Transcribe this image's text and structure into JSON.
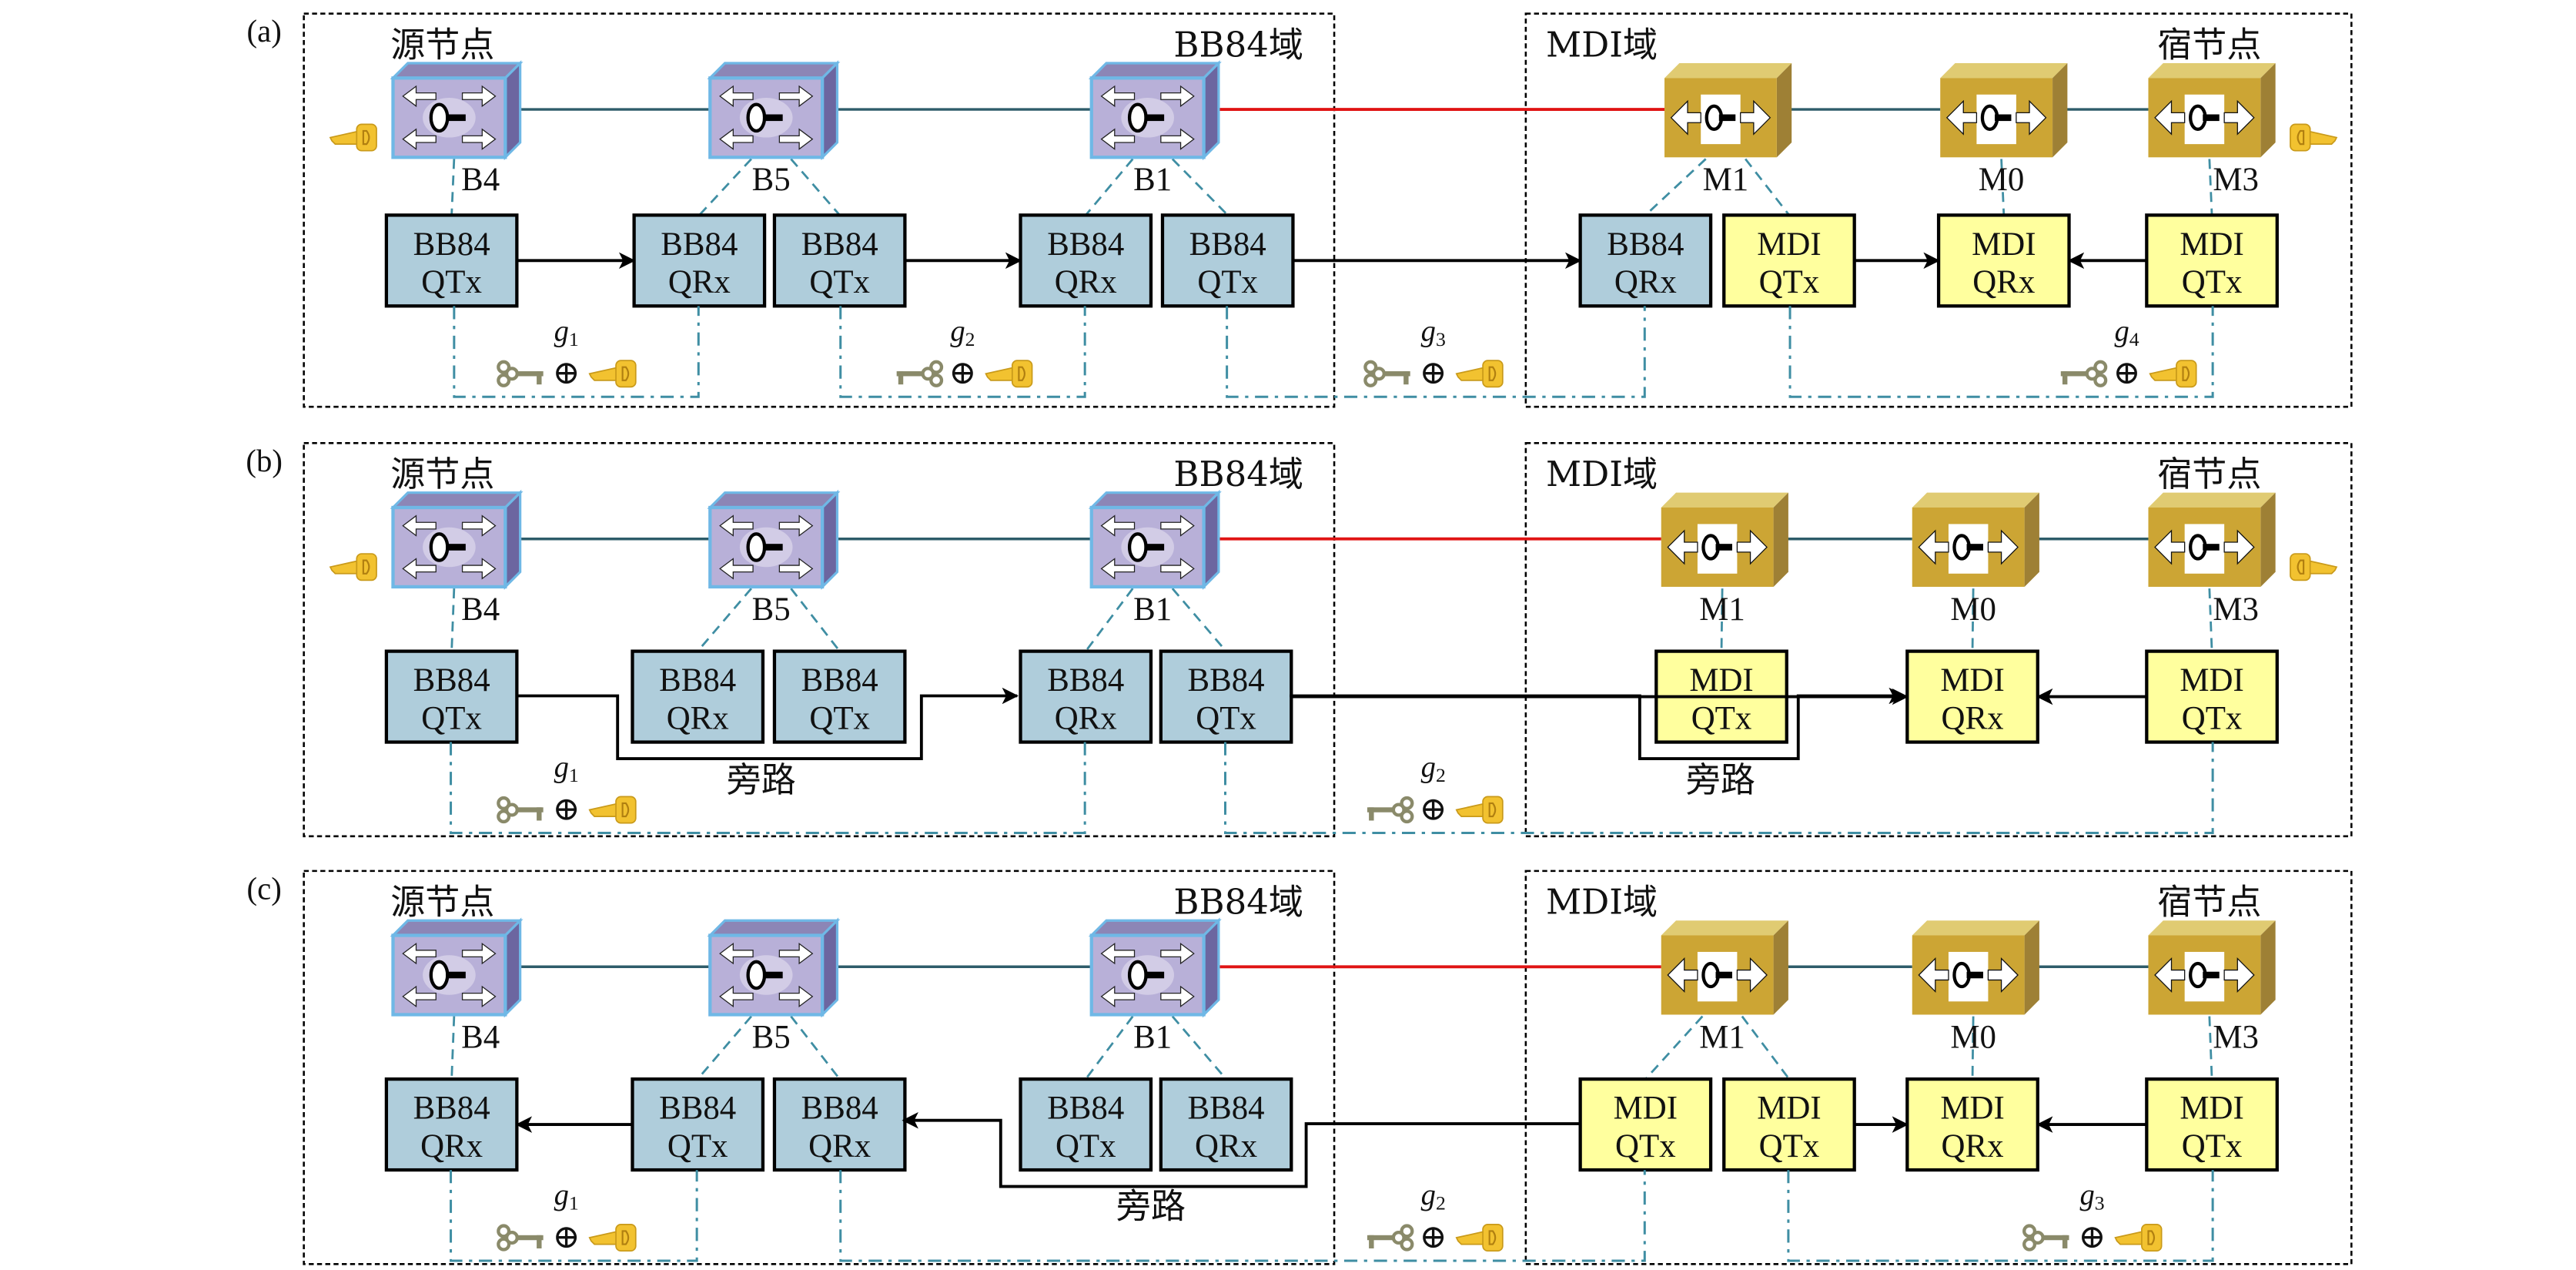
{
  "colors": {
    "bb84_box_fill": "#afcddb",
    "mdi_box_fill": "#ffff9e",
    "bb84_node_face": "#b8b0d8",
    "bb84_node_top": "#8c86b6",
    "bb84_node_side": "#6c66a0",
    "bb84_node_edge": "#6fb8e6",
    "mdi_node_face": "#cca534",
    "mdi_node_top": "#e0cb72",
    "mdi_node_side": "#9e8035",
    "fiber_link": "#2e5c6a",
    "cross_domain_link": "#e01414",
    "key_relay_line": "#3f8ea3",
    "quantum_arrow": "#000000",
    "gold_key": "#f2c230",
    "gray_key": "#8a8a6a"
  },
  "legend_terms": {
    "bb84_domain": "BB84域",
    "mdi_domain": "MDI域",
    "source_node": "源节点",
    "sink_node": "宿节点",
    "bypass": "旁路",
    "xor": "⊕"
  },
  "panels": [
    {
      "tag": "(a)",
      "bb84_domain_label": "BB84域",
      "mdi_domain_label": "MDI域",
      "source_label": "源节点",
      "sink_label": "宿节点",
      "nodes": [
        {
          "id": "B4",
          "label": "B4",
          "type": "bb84",
          "key_icon": "left"
        },
        {
          "id": "B5",
          "label": "B5",
          "type": "bb84"
        },
        {
          "id": "B1",
          "label": "B1",
          "type": "bb84"
        },
        {
          "id": "M1",
          "label": "M1",
          "type": "mdi"
        },
        {
          "id": "M0",
          "label": "M0",
          "type": "mdi"
        },
        {
          "id": "M3",
          "label": "M3",
          "type": "mdi",
          "key_icon": "right"
        }
      ],
      "boxes": [
        {
          "line1": "BB84",
          "line2": "QTx",
          "type": "bb84",
          "node": "B4"
        },
        {
          "line1": "BB84",
          "line2": "QRx",
          "type": "bb84",
          "node": "B5"
        },
        {
          "line1": "BB84",
          "line2": "QTx",
          "type": "bb84",
          "node": "B5"
        },
        {
          "line1": "BB84",
          "line2": "QRx",
          "type": "bb84",
          "node": "B1"
        },
        {
          "line1": "BB84",
          "line2": "QTx",
          "type": "bb84",
          "node": "B1"
        },
        {
          "line1": "BB84",
          "line2": "QRx",
          "type": "bb84",
          "node": "M1"
        },
        {
          "line1": "MDI",
          "line2": "QTx",
          "type": "mdi",
          "node": "M1"
        },
        {
          "line1": "MDI",
          "line2": "QRx",
          "type": "mdi",
          "node": "M0"
        },
        {
          "line1": "MDI",
          "line2": "QTx",
          "type": "mdi",
          "node": "M3"
        }
      ],
      "key_groups": [
        {
          "name": "g",
          "sub": "1"
        },
        {
          "name": "g",
          "sub": "2"
        },
        {
          "name": "g",
          "sub": "3"
        },
        {
          "name": "g",
          "sub": "4"
        }
      ],
      "bypass_label": null
    },
    {
      "tag": "(b)",
      "bb84_domain_label": "BB84域",
      "mdi_domain_label": "MDI域",
      "source_label": "源节点",
      "sink_label": "宿节点",
      "nodes": [
        {
          "id": "B4",
          "label": "B4",
          "type": "bb84",
          "key_icon": "left"
        },
        {
          "id": "B5",
          "label": "B5",
          "type": "bb84"
        },
        {
          "id": "B1",
          "label": "B1",
          "type": "bb84"
        },
        {
          "id": "M1",
          "label": "M1",
          "type": "mdi"
        },
        {
          "id": "M0",
          "label": "M0",
          "type": "mdi"
        },
        {
          "id": "M3",
          "label": "M3",
          "type": "mdi",
          "key_icon": "right"
        }
      ],
      "boxes": [
        {
          "line1": "BB84",
          "line2": "QTx",
          "type": "bb84",
          "node": "B4"
        },
        {
          "line1": "BB84",
          "line2": "QRx",
          "type": "bb84",
          "node": "B5"
        },
        {
          "line1": "BB84",
          "line2": "QTx",
          "type": "bb84",
          "node": "B5"
        },
        {
          "line1": "BB84",
          "line2": "QRx",
          "type": "bb84",
          "node": "B1"
        },
        {
          "line1": "BB84",
          "line2": "QTx",
          "type": "bb84",
          "node": "B1"
        },
        {
          "line1": "MDI",
          "line2": "QTx",
          "type": "mdi",
          "node": "M1"
        },
        {
          "line1": "MDI",
          "line2": "QRx",
          "type": "mdi",
          "node": "M0"
        },
        {
          "line1": "MDI",
          "line2": "QTx",
          "type": "mdi",
          "node": "M3"
        }
      ],
      "key_groups": [
        {
          "name": "g",
          "sub": "1"
        },
        {
          "name": "g",
          "sub": "2"
        }
      ],
      "bypass_label": "旁路"
    },
    {
      "tag": "(c)",
      "bb84_domain_label": "BB84域",
      "mdi_domain_label": "MDI域",
      "source_label": "源节点",
      "sink_label": "宿节点",
      "nodes": [
        {
          "id": "B4",
          "label": "B4",
          "type": "bb84"
        },
        {
          "id": "B5",
          "label": "B5",
          "type": "bb84"
        },
        {
          "id": "B1",
          "label": "B1",
          "type": "bb84"
        },
        {
          "id": "M1",
          "label": "M1",
          "type": "mdi"
        },
        {
          "id": "M0",
          "label": "M0",
          "type": "mdi"
        },
        {
          "id": "M3",
          "label": "M3",
          "type": "mdi"
        }
      ],
      "boxes": [
        {
          "line1": "BB84",
          "line2": "QRx",
          "type": "bb84",
          "node": "B4"
        },
        {
          "line1": "BB84",
          "line2": "QTx",
          "type": "bb84",
          "node": "B5"
        },
        {
          "line1": "BB84",
          "line2": "QRx",
          "type": "bb84",
          "node": "B5"
        },
        {
          "line1": "BB84",
          "line2": "QTx",
          "type": "bb84",
          "node": "B1"
        },
        {
          "line1": "BB84",
          "line2": "QRx",
          "type": "bb84",
          "node": "B1"
        },
        {
          "line1": "MDI",
          "line2": "QTx",
          "type": "mdi",
          "node": "M1"
        },
        {
          "line1": "MDI",
          "line2": "QTx",
          "type": "mdi",
          "node": "M1"
        },
        {
          "line1": "MDI",
          "line2": "QRx",
          "type": "mdi",
          "node": "M0"
        },
        {
          "line1": "MDI",
          "line2": "QTx",
          "type": "mdi",
          "node": "M3"
        }
      ],
      "key_groups": [
        {
          "name": "g",
          "sub": "1"
        },
        {
          "name": "g",
          "sub": "2"
        },
        {
          "name": "g",
          "sub": "3"
        }
      ],
      "bypass_label": "旁路"
    }
  ]
}
